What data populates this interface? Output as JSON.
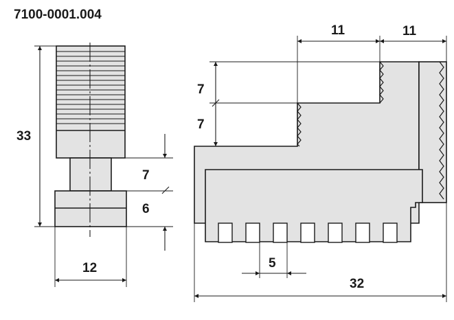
{
  "part_number": "7100-0001.004",
  "front_view": {
    "height_dim": "33",
    "width_dim": "12",
    "neck_dim": "7",
    "base_dim": "6"
  },
  "side_view": {
    "step_width_dim": "11",
    "tooth_width_dim": "11",
    "upper_step_dim": "7",
    "lower_step_dim": "7",
    "tooth_pitch_dim": "5",
    "overall_length_dim": "32"
  }
}
